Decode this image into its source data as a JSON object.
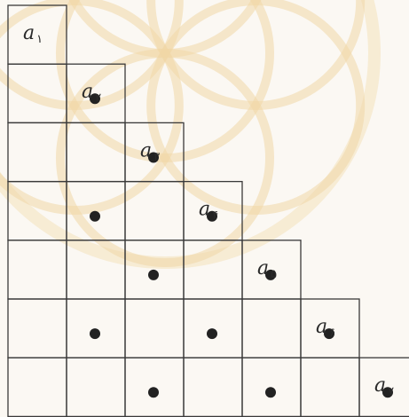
{
  "grid": {
    "rows": [
      {
        "label": "a",
        "index": "۱",
        "dots": []
      },
      {
        "label": "a",
        "index": "۲",
        "dots": [
          1
        ]
      },
      {
        "label": "a",
        "index": "۳",
        "dots": [
          2
        ]
      },
      {
        "label": "a",
        "index": "۴",
        "dots": [
          1,
          3
        ]
      },
      {
        "label": "a",
        "index": "۵",
        "dots": [
          2,
          4
        ]
      },
      {
        "label": "a",
        "index": "۶",
        "dots": [
          1,
          3,
          5
        ]
      },
      {
        "label": "a",
        "index": "۷",
        "dots": [
          2,
          4,
          6
        ]
      }
    ]
  },
  "watermark": {
    "color": "#efd49e",
    "icon": "flower-of-life-watermark"
  }
}
